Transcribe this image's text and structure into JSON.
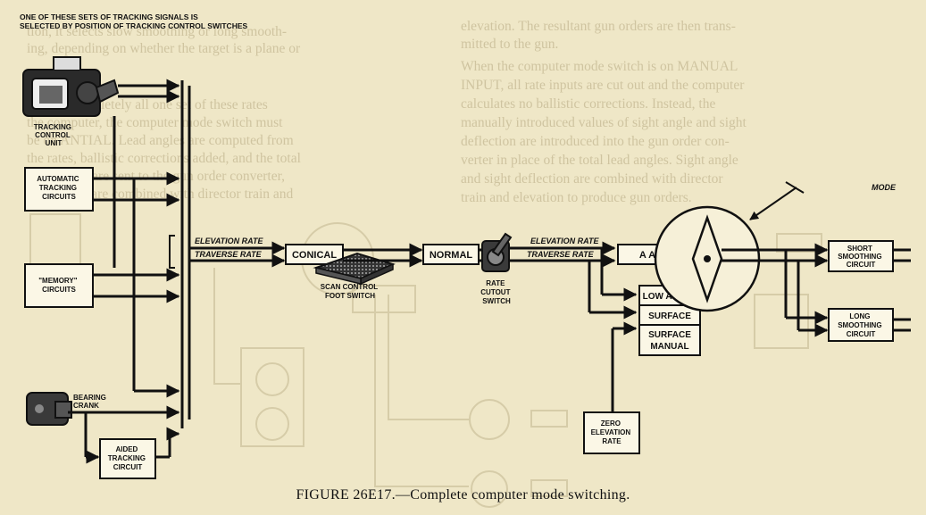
{
  "header_note": [
    "ONE OF THESE SETS OF TRACKING SIGNALS IS",
    "SELECTED BY POSITION OF TRACKING CONTROL SWITCHES"
  ],
  "tracking_control_unit": [
    "TRACKING",
    "CONTROL",
    "UNIT"
  ],
  "automatic_tracking": [
    "AUTOMATIC",
    "TRACKING",
    "CIRCUITS"
  ],
  "memory_circuits": [
    "\"MEMORY\"",
    "CIRCUITS"
  ],
  "bearing_crank": [
    "BEARING",
    "CRANK"
  ],
  "aided_tracking": [
    "AIDED",
    "TRACKING",
    "CIRCUIT"
  ],
  "elevation_rate": "ELEVATION RATE",
  "traverse_rate": "TRAVERSE RATE",
  "conical": "CONICAL",
  "scan_switch": [
    "SCAN CONTROL",
    "FOOT SWITCH"
  ],
  "normal": "NORMAL",
  "rate_cutout": [
    "RATE",
    "CUTOUT",
    "SWITCH"
  ],
  "aa": "A A",
  "mode": "MODE",
  "mode_options": [
    "LOW ANGLE",
    "SURFACE",
    "SURFACE",
    "MANUAL"
  ],
  "zero_elevation": [
    "ZERO",
    "ELEVATION",
    "RATE"
  ],
  "short_smoothing": [
    "SHORT",
    "SMOOTHING",
    "CIRCUIT"
  ],
  "long_smoothing": [
    "LONG",
    "SMOOTHING",
    "CIRCUIT"
  ],
  "caption": "FIGURE 26E17.—Complete computer mode switching.",
  "background_text": {
    "left_column": [
      "tion, it selects slow smoothing or long smooth-",
      "ing, depending on whether the target is a plane or",
      "",
      "To be completely all one set of these rates",
      "the computer, the computer mode switch must",
      "be on ANTIAL.  Lead angles are computed from",
      "the rates, ballistic corrections added, and the total",
      "lead angles are sent to the gun order converter,",
      "where they are combined with director train and"
    ],
    "right_column": [
      "elevation.  The resultant gun orders are then trans-",
      "mitted to the gun.",
      "  When the computer mode switch is on MANUAL",
      "INPUT, all rate inputs are cut out and the computer",
      "calculates no ballistic corrections.  Instead, the",
      "manually introduced values of sight angle and sight",
      "deflection are introduced into the gun order con-",
      "verter in place of the total lead angles.  Sight angle",
      "and sight deflection are combined with director",
      "train and elevation to produce gun orders."
    ]
  }
}
